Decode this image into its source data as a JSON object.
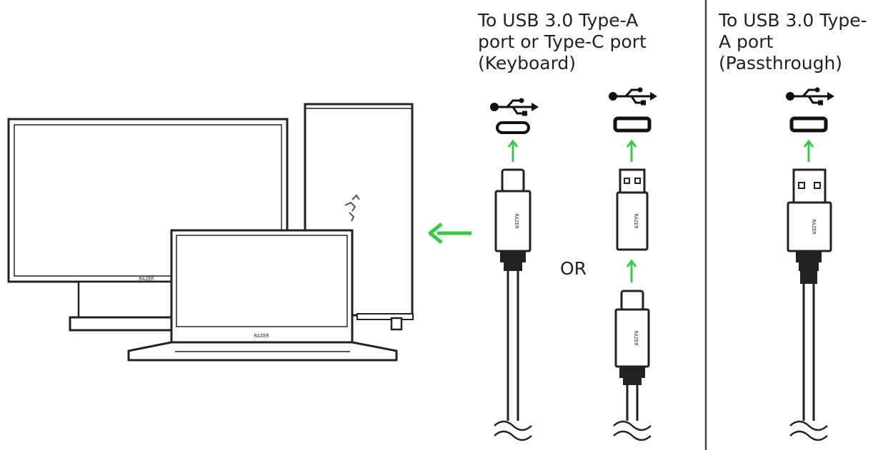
{
  "labels": {
    "keyboard": {
      "line1": "To USB 3.0 Type-A",
      "line2": "port or Type-C port",
      "line3": "(Keyboard)"
    },
    "passthrough": {
      "line1": "To USB 3.0 Type-",
      "line2": "A port",
      "line3": "(Passthrough)"
    },
    "or": "OR"
  },
  "brand": {
    "vertical": "RAZER",
    "monitor": "RAZER",
    "laptop": "RAZER"
  },
  "colors": {
    "arrow": "#39c84a",
    "stroke": "#222222",
    "port": "#111111"
  },
  "icons": {
    "usb": "usb-trident-icon",
    "arrow": "arrow-icon",
    "wave": "cable-cut-wave-icon"
  }
}
